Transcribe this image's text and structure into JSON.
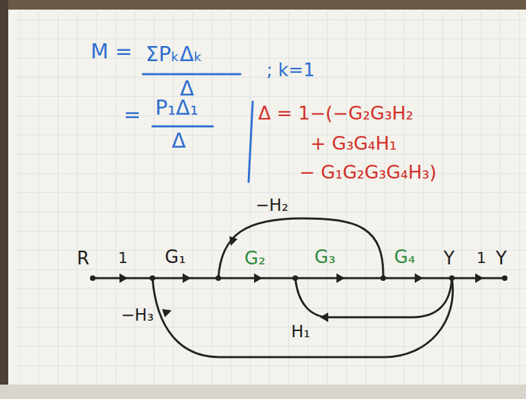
{
  "diagram": {
    "labels": [
      "M =",
      "ΣPₖΔₖ",
      "Δ",
      "; k=1",
      "=",
      "P₁Δ₁",
      "Δ",
      "Δ = 1−(−G₂G₃H₂",
      "+ G₃G₄H₁",
      "− G₁G₂G₃G₄H₃)",
      "R",
      "1",
      "G₁",
      "G₂",
      "G₃",
      "G₄",
      "Y",
      "1",
      "Y",
      "−H₂",
      "H₁",
      "−H₃"
    ]
  }
}
